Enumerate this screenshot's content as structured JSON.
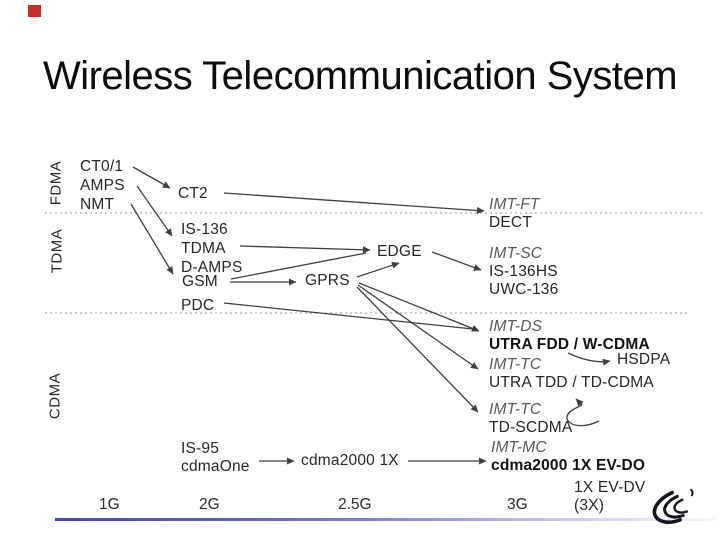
{
  "slide_title": "Wireless Telecommunication System",
  "row_labels": {
    "fdma": "FDMA",
    "tdma": "TDMA",
    "cdma": "CDMA"
  },
  "nodes": {
    "fdma_group": {
      "line1": "CT0/1",
      "line2": "AMPS",
      "line3": "NMT"
    },
    "ct2": {
      "label": "CT2"
    },
    "imt_ft": {
      "title": "IMT-FT",
      "sub": "DECT"
    },
    "tdma_group": {
      "line1": "IS-136",
      "line2": "TDMA",
      "line3": "D-AMPS"
    },
    "gsm": {
      "label": "GSM"
    },
    "pdc": {
      "label": "PDC"
    },
    "gprs": {
      "label": "GPRS"
    },
    "edge": {
      "label": "EDGE"
    },
    "imt_sc": {
      "title": "IMT-SC",
      "sub1": "IS-136HS",
      "sub2": "UWC-136"
    },
    "imt_ds": {
      "title": "IMT-DS",
      "sub": "UTRA FDD / W-CDMA"
    },
    "hsdpa": {
      "label": "HSDPA"
    },
    "imt_tc_tdd": {
      "title": "IMT-TC",
      "sub": "UTRA TDD / TD-CDMA"
    },
    "imt_tc_scdma": {
      "title": "IMT-TC",
      "sub": "TD-SCDMA"
    },
    "is95_group": {
      "line1": "IS-95",
      "line2": "cdmaOne"
    },
    "cdma2000_1x": {
      "label": "cdma2000 1X"
    },
    "imt_mc": {
      "title": "IMT-MC",
      "sub": "cdma2000 1X EV-DO"
    },
    "ev_dv": {
      "label": "1X EV-DV"
    },
    "ev_dv_3x": {
      "label": "(3X)"
    }
  },
  "timeline": {
    "g1": "1G",
    "g2": "2G",
    "g25": "2.5G",
    "g3": "3G"
  },
  "edges": [
    {
      "from": "CT0/1",
      "to": "CT2"
    },
    {
      "from": "AMPS",
      "to": "IS-136 TDMA D-AMPS"
    },
    {
      "from": "NMT",
      "to": "GSM"
    },
    {
      "from": "CT2",
      "to": "IMT-FT DECT"
    },
    {
      "from": "IS-136 TDMA D-AMPS",
      "to": "EDGE"
    },
    {
      "from": "GSM",
      "to": "EDGE"
    },
    {
      "from": "GSM",
      "to": "GPRS"
    },
    {
      "from": "GPRS",
      "to": "EDGE"
    },
    {
      "from": "EDGE",
      "to": "IMT-SC IS-136HS UWC-136"
    },
    {
      "from": "GPRS",
      "to": "IMT-DS UTRA FDD / W-CDMA"
    },
    {
      "from": "PDC",
      "to": "IMT-DS UTRA FDD / W-CDMA"
    },
    {
      "from": "GPRS",
      "to": "IMT-TC UTRA TDD / TD-CDMA"
    },
    {
      "from": "GPRS",
      "to": "IMT-TC TD-SCDMA"
    },
    {
      "from": "UTRA FDD / W-CDMA",
      "to": "HSDPA"
    },
    {
      "from": "TD-SCDMA",
      "to": "UTRA TDD / TD-CDMA"
    },
    {
      "from": "cdmaOne",
      "to": "cdma2000 1X"
    },
    {
      "from": "cdma2000 1X",
      "to": "IMT-MC cdma2000 1X EV-DO"
    }
  ],
  "colors": {
    "timeline_accent": "#4a4ab8",
    "imt_gray": "#58585a",
    "marker_red": "#c9302c"
  }
}
